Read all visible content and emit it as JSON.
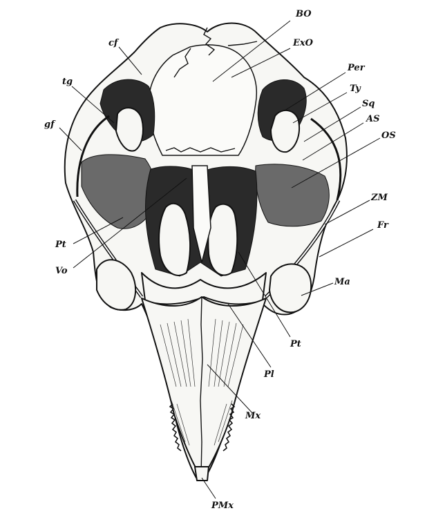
{
  "figure": {
    "labels": {
      "BO": "BO",
      "ExO": "ExO",
      "cf": "cf",
      "tg": "tg",
      "gf": "gf",
      "Per": "Per",
      "Ty": "Ty",
      "Sq": "Sq",
      "AS": "AS",
      "OS": "OS",
      "ZM": "ZM",
      "Fr": "Fr",
      "Ma": "Ma",
      "Pt_left": "Pt",
      "Vo": "Vo",
      "Pt_right": "Pt",
      "Pl": "Pl",
      "Mx": "Mx",
      "PMx": "PMx"
    }
  }
}
